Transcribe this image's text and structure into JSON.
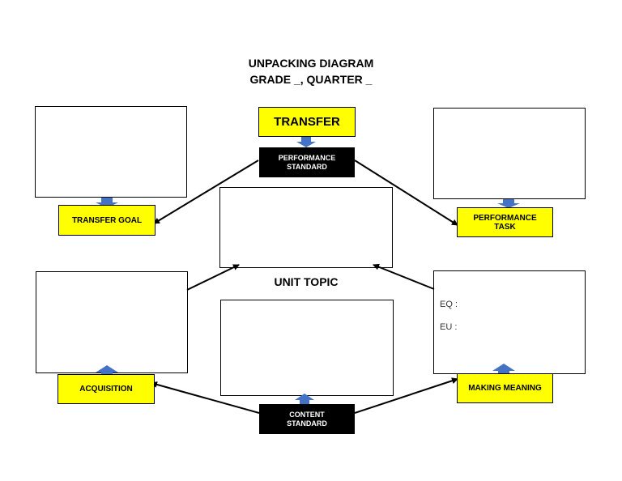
{
  "header": {
    "title_line1": "UNPACKING DIAGRAM",
    "title_line2": "GRADE _, QUARTER _"
  },
  "labels": {
    "transfer": "TRANSFER",
    "performance_standard": "PERFORMANCE\nSTANDARD",
    "transfer_goal": "TRANSFER GOAL",
    "performance_task": "PERFORMANCE\nTASK",
    "unit_topic": "UNIT TOPIC",
    "acquisition": "ACQUISITION",
    "making_meaning": "MAKING MEANING",
    "content_standard": "CONTENT\nSTANDARD",
    "eq": "EQ :",
    "eu": "EU :"
  },
  "colors": {
    "label_fill": "#ffff00",
    "standard_fill": "#000000",
    "arrow_fill": "#4472c4"
  }
}
